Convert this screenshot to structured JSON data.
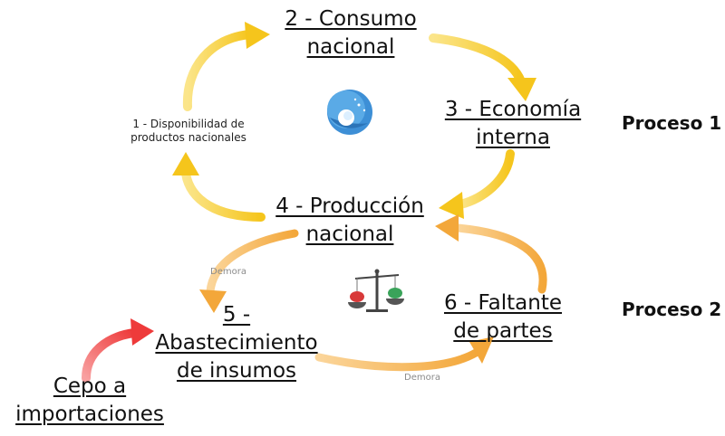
{
  "nodes": {
    "n1": {
      "lines": [
        "1 - Disponibilidad de",
        "productos nacionales"
      ]
    },
    "n2": {
      "lines": [
        "2 - Consumo",
        "nacional"
      ]
    },
    "n3": {
      "lines": [
        "3 - Economía",
        "interna"
      ]
    },
    "n4": {
      "lines": [
        "4 - Producción",
        "nacional"
      ]
    },
    "n5": {
      "lines": [
        "5 -",
        "Abastecimiento",
        "de insumos"
      ]
    },
    "n6": {
      "lines": [
        "6 - Faltante",
        "de partes"
      ]
    },
    "cepo": {
      "lines": [
        "Cepo a",
        "importaciones"
      ]
    }
  },
  "process_labels": {
    "p1": "Proceso 1",
    "p2": "Proceso 2"
  },
  "delays": {
    "d1": "Demora",
    "d2": "Demora"
  },
  "colors": {
    "cycle1_arrow": "#f7d038",
    "cycle2_arrow": "#f6b34a",
    "external_arrow": "#f04848",
    "text": "#111111",
    "delay_text": "#8a8a8a"
  },
  "icons": {
    "process1": "globe-icon",
    "process2": "balance-scale-icon"
  }
}
